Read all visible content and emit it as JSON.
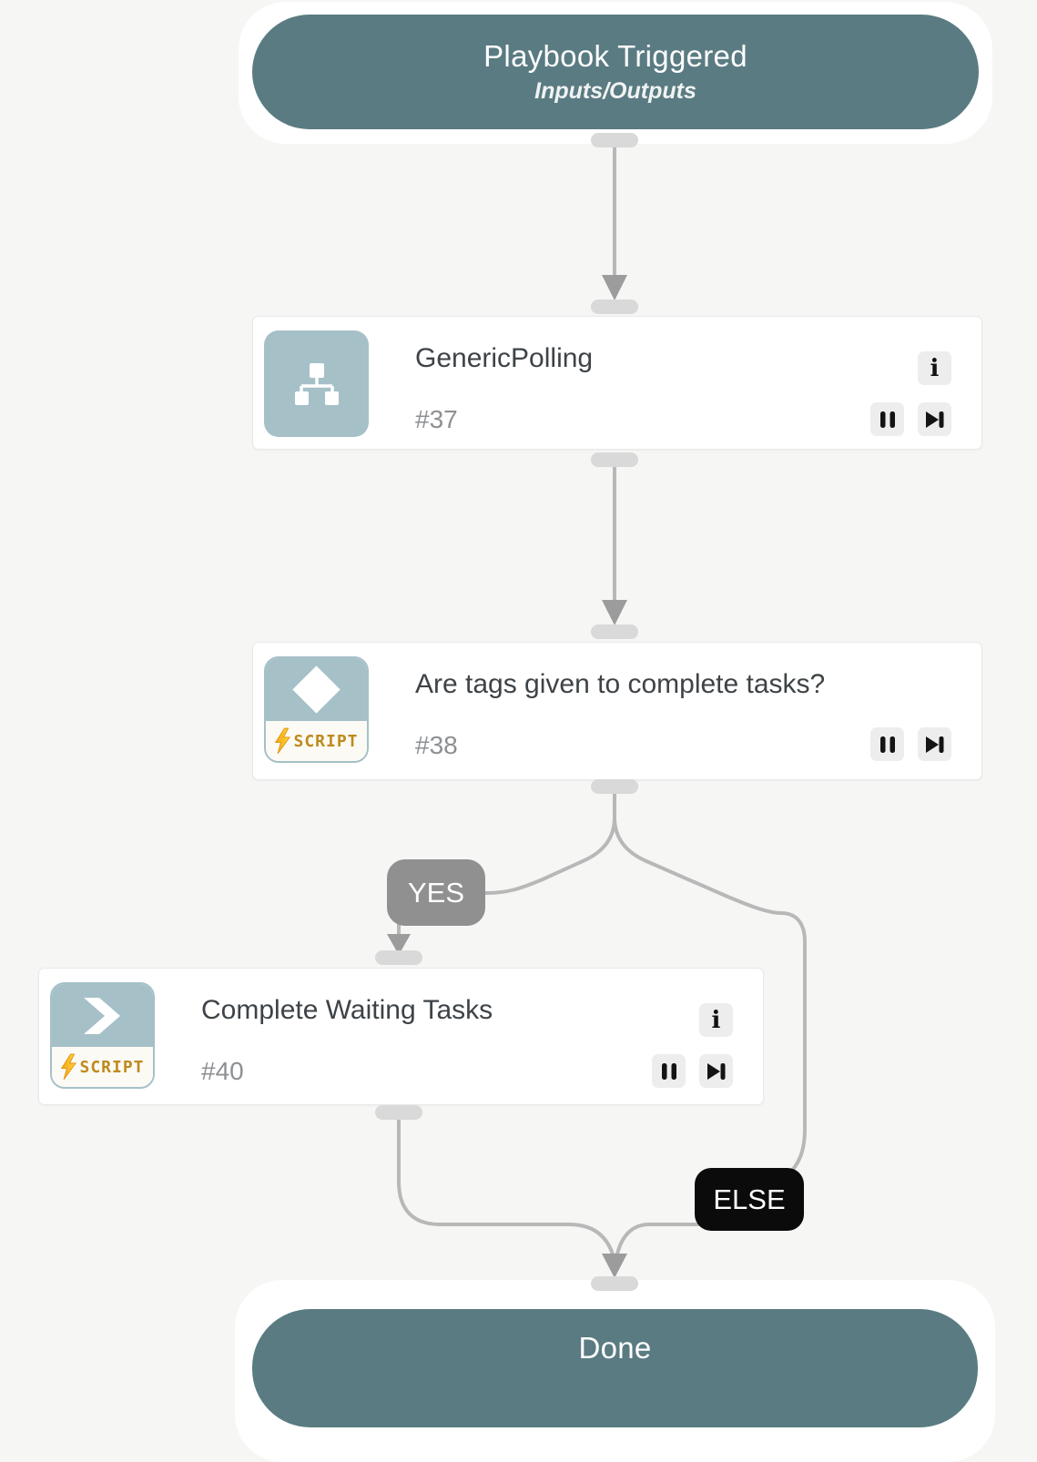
{
  "diagram": {
    "start": {
      "title": "Playbook Triggered",
      "subtitle": "Inputs/Outputs"
    },
    "end": {
      "title": "Done"
    },
    "branches": {
      "yes": "YES",
      "else": "ELSE"
    },
    "script_badge": "SCRIPT",
    "info_glyph": "i",
    "tasks": [
      {
        "title": "GenericPolling",
        "id": "#37",
        "type": "sub-playbook",
        "icon": "sitemap-icon",
        "has_info": true
      },
      {
        "title": "Are tags given to complete tasks?",
        "id": "#38",
        "type": "condition-script",
        "icon": "diamond-icon",
        "has_info": false
      },
      {
        "title": "Complete Waiting Tasks",
        "id": "#40",
        "type": "script",
        "icon": "chevron-icon",
        "has_info": true
      }
    ],
    "colors": {
      "terminal_pill": "#5a7b82",
      "canvas_bg": "#f6f6f5",
      "icon_teal": "#a6c0c8",
      "script_text": "#bf8a1c",
      "bolt_yellow": "#ffd23e",
      "bolt_orange": "#ef9d10",
      "edge_line": "#b8b8b8",
      "arrowhead": "#9c9c9c",
      "connector_stub": "#d9d9d9",
      "yes_bg": "#909090",
      "else_bg": "#0b0b0b"
    }
  }
}
